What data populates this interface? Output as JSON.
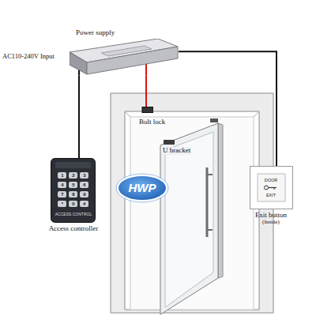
{
  "diagram": {
    "nodes": [
      {
        "text": [
          "Power supply"
        ]
      },
      {
        "text": [
          "Bolt lock"
        ]
      },
      {
        "text": [
          "Access controller"
        ]
      },
      {
        "text": [
          "Exit button",
          "(Inside)"
        ]
      }
    ],
    "edges": [
      {
        "from": 0,
        "to": 2,
        "arrow": "none"
      },
      {
        "from": 0,
        "to": 1,
        "arrow": "none"
      },
      {
        "from": 0,
        "to": 3,
        "arrow": "none"
      }
    ],
    "labels": [
      "AC110-240V Input",
      "U bracket",
      "HWP",
      "1",
      "2",
      "3",
      "4",
      "5",
      "6",
      "7",
      "8",
      "9",
      "*",
      "0",
      "#",
      "ACCESS CONTROL",
      "DOOR",
      "EXIT"
    ]
  }
}
